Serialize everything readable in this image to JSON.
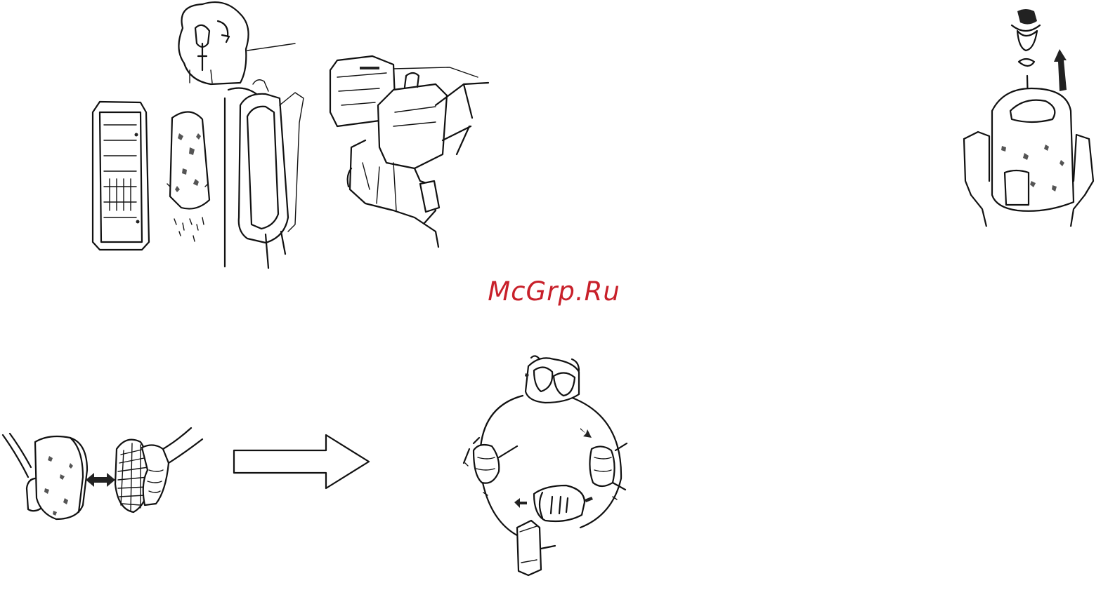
{
  "watermark": {
    "text": "McGrp.Ru",
    "color": "#c8202a"
  },
  "illustrations": [
    {
      "id": "air-filter-disassembly",
      "icon": "engine-air-filter-exploded-illustration"
    },
    {
      "id": "sponge-element-removal",
      "icon": "sponge-element-lift-illustration"
    },
    {
      "id": "element-tapping",
      "icon": "hands-tapping-elements-illustration"
    },
    {
      "id": "process-arrow",
      "icon": "right-arrow-icon"
    },
    {
      "id": "washing-cycle",
      "icon": "washing-squeezing-cycle-illustration"
    }
  ]
}
